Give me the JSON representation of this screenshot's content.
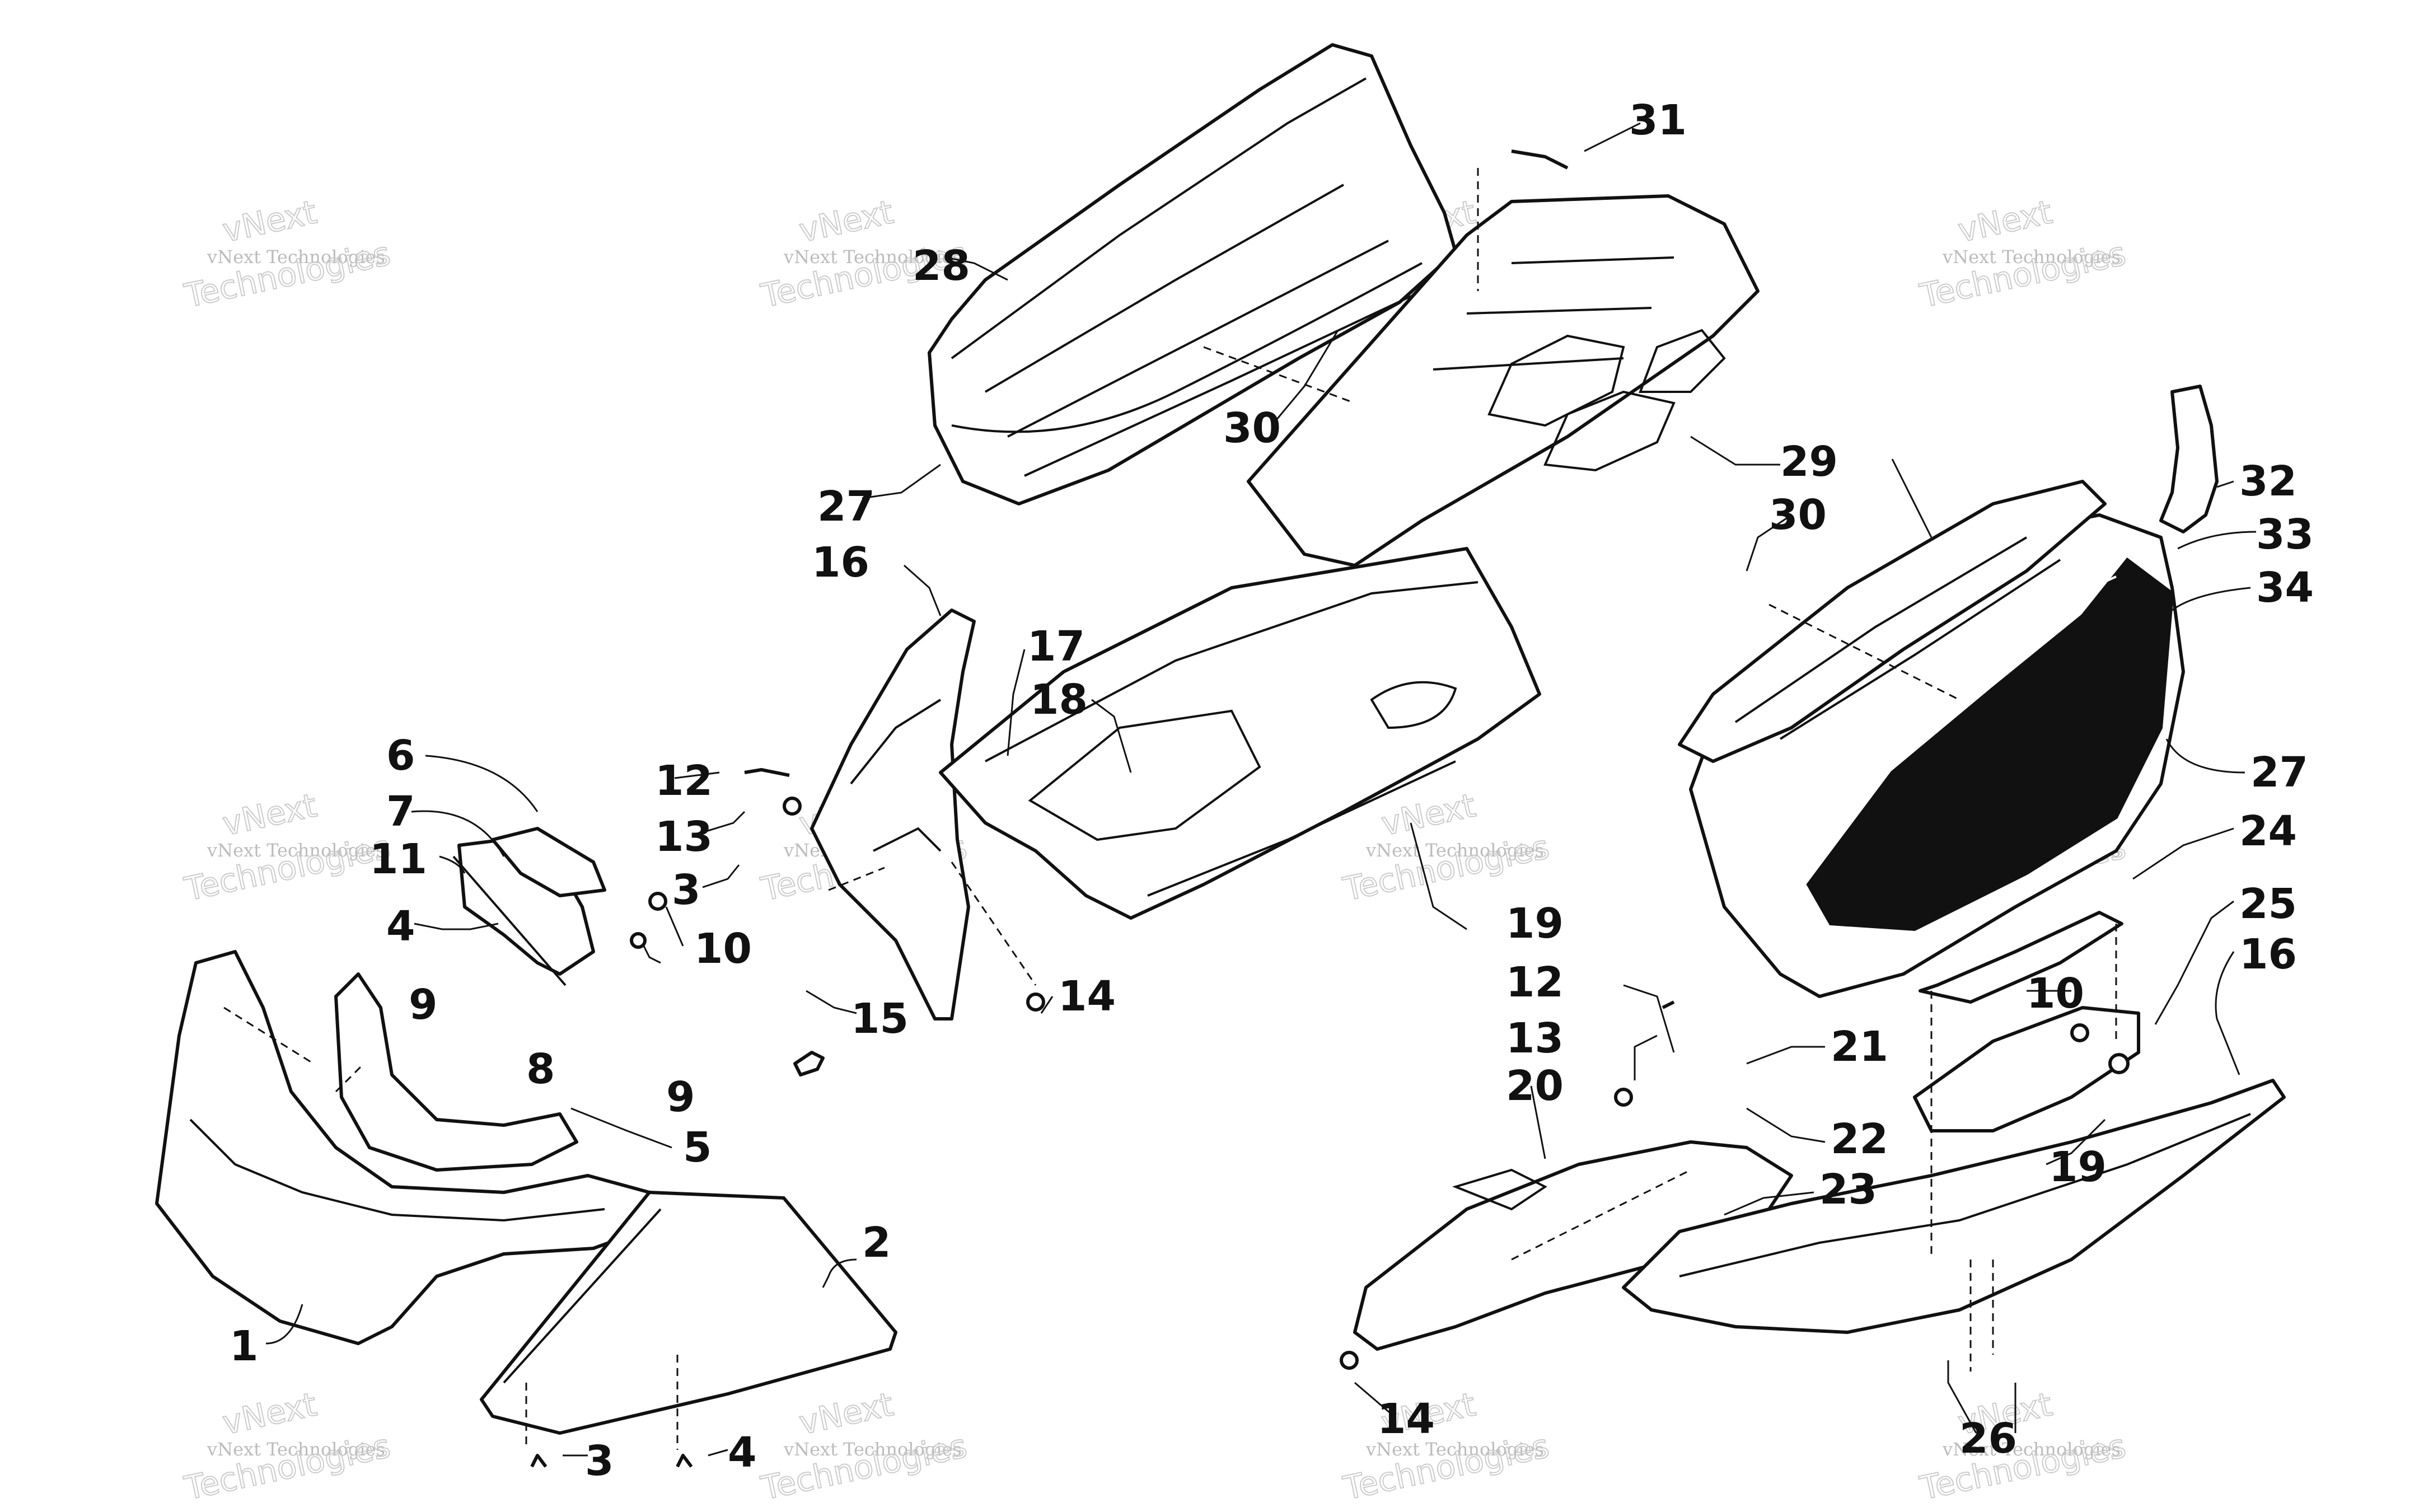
{
  "watermark": {
    "line1": "vNext Technologies",
    "line2": "vNext",
    "line3": "Technologies"
  },
  "callouts": {
    "c1": "1",
    "c2": "2",
    "c3a": "3",
    "c3b": "3",
    "c4a": "4",
    "c4b": "4",
    "c5": "5",
    "c6": "6",
    "c7": "7",
    "c8": "8",
    "c9a": "9",
    "c9b": "9",
    "c10a": "10",
    "c10b": "10",
    "c11": "11",
    "c12a": "12",
    "c12b": "12",
    "c13a": "13",
    "c13b": "13",
    "c14a": "14",
    "c14b": "14",
    "c15": "15",
    "c16a": "16",
    "c16b": "16",
    "c17": "17",
    "c18": "18",
    "c19a": "19",
    "c19b": "19",
    "c20": "20",
    "c21": "21",
    "c22": "22",
    "c23": "23",
    "c24": "24",
    "c25": "25",
    "c26": "26",
    "c27a": "27",
    "c27b": "27",
    "c28": "28",
    "c29": "29",
    "c30a": "30",
    "c30b": "30",
    "c31": "31",
    "c32": "32",
    "c33": "33",
    "c34": "34"
  }
}
